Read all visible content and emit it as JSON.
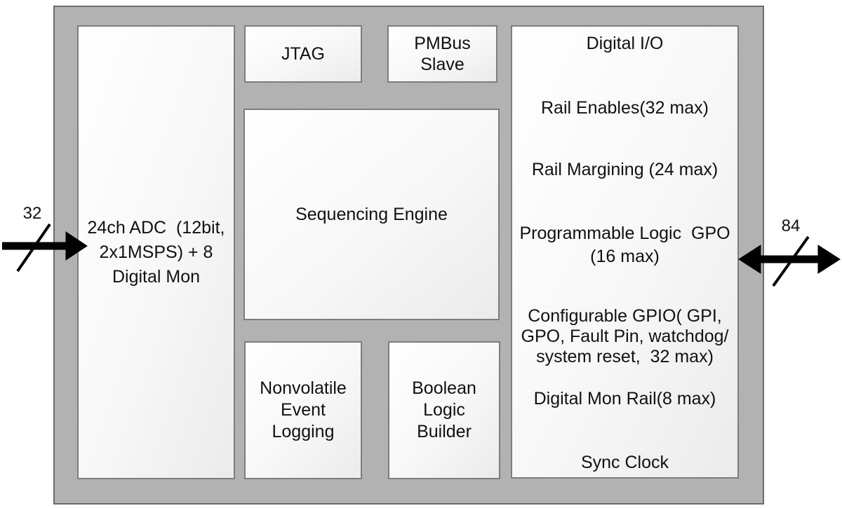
{
  "diagram": {
    "blocks": {
      "adc": {
        "label": "24ch ADC  (12bit,\n2x1MSPS) + 8\nDigital Mon"
      },
      "jtag": {
        "label": "JTAG"
      },
      "pmbus": {
        "label": "PMBus\nSlave"
      },
      "sequencing": {
        "label": "Sequencing Engine"
      },
      "nonvolatile_logging": {
        "label": "Nonvolatile\nEvent\nLogging"
      },
      "boolean_logic": {
        "label": "Boolean\nLogic\nBuilder"
      },
      "digital_io": {
        "title": "Digital I/O",
        "items": [
          "Rail Enables(32 max)",
          "Rail Margining (24 max)",
          "Programmable Logic  GPO\n(16 max)",
          "Configurable GPIO( GPI,\nGPO, Fault Pin, watchdog/\nsystem reset,  32 max)",
          "Digital Mon Rail(8 max)",
          "Sync Clock"
        ]
      }
    },
    "buses": {
      "input": {
        "label": "32"
      },
      "output": {
        "label": "84"
      }
    },
    "colors": {
      "frame_fill": "#b2b2b2",
      "frame_border": "#6b6b6b",
      "block_border": "#7d7d7d",
      "text": "#111111"
    }
  }
}
